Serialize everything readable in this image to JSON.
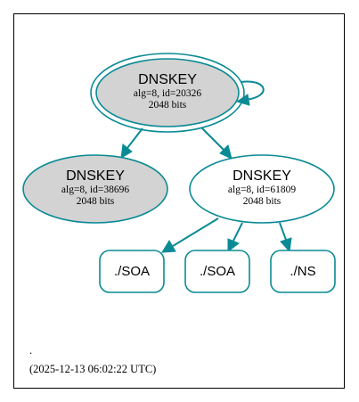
{
  "diagram": {
    "nodes": {
      "ksk_top": {
        "title": "DNSKEY",
        "line1": "alg=8, id=20326",
        "line2": "2048 bits"
      },
      "ksk_left": {
        "title": "DNSKEY",
        "line1": "alg=8, id=38696",
        "line2": "2048 bits"
      },
      "zsk_right": {
        "title": "DNSKEY",
        "line1": "alg=8, id=61809",
        "line2": "2048 bits"
      },
      "rr_soa_1": {
        "label": "./SOA"
      },
      "rr_soa_2": {
        "label": "./SOA"
      },
      "rr_ns": {
        "label": "./NS"
      }
    },
    "edges": [
      {
        "from": "ksk_top",
        "to": "ksk_top",
        "kind": "self-loop"
      },
      {
        "from": "ksk_top",
        "to": "ksk_left"
      },
      {
        "from": "ksk_top",
        "to": "zsk_right"
      },
      {
        "from": "zsk_right",
        "to": "rr_soa_1"
      },
      {
        "from": "zsk_right",
        "to": "rr_soa_2"
      },
      {
        "from": "zsk_right",
        "to": "rr_ns"
      }
    ],
    "colors": {
      "edge": "#0a8a94",
      "filled": "#d3d3d3",
      "background": "#ffffff"
    }
  },
  "footer": {
    "zone": ".",
    "timestamp": "(2025-12-13 06:02:22 UTC)"
  }
}
